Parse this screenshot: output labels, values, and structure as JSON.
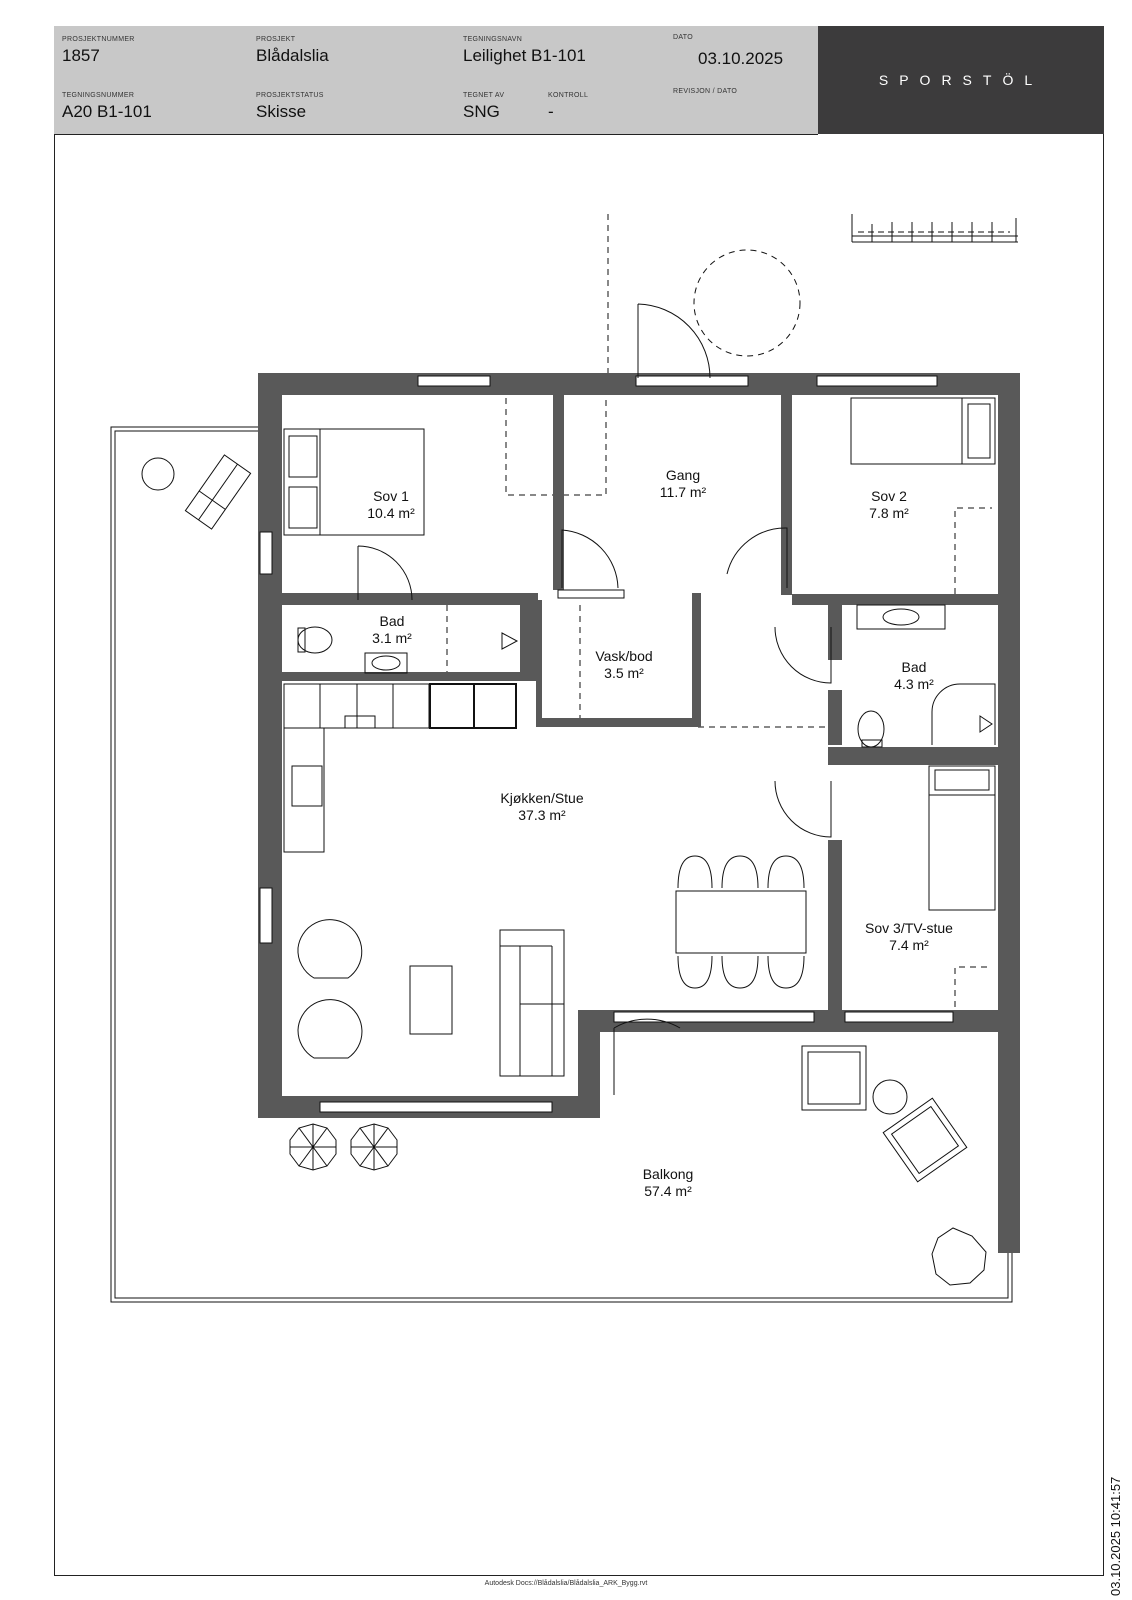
{
  "titleblock": {
    "prosjektnummer_label": "PROSJEKTNUMMER",
    "prosjektnummer": "1857",
    "prosjekt_label": "PROSJEKT",
    "prosjekt": "Blådalslia",
    "tegningsnavn_label": "TEGNINGSNAVN",
    "tegningsnavn": "Leilighet B1-101",
    "dato_label": "DATO",
    "dato": "03.10.2025",
    "tegningsnummer_label": "TEGNINGSNUMMER",
    "tegningsnummer": "A20 B1-101",
    "prosjektstatus_label": "PROSJEKTSTATUS",
    "prosjektstatus": "Skisse",
    "tegnet_av_label": "TEGNET AV",
    "tegnet_av": "SNG",
    "kontroll_label": "KONTROLL",
    "kontroll": "-",
    "revisjon_label": "REVISJON / DATO",
    "brand": "SPORSTÖL"
  },
  "rooms": [
    {
      "name": "Sov 1",
      "area": "10.4 m²"
    },
    {
      "name": "Gang",
      "area": "11.7 m²"
    },
    {
      "name": "Sov 2",
      "area": "7.8 m²"
    },
    {
      "name": "Bad",
      "area": "3.1 m²"
    },
    {
      "name": "Vask/bod",
      "area": "3.5 m²"
    },
    {
      "name": "Bad",
      "area": "4.3 m²"
    },
    {
      "name": "Kjøkken/Stue",
      "area": "37.3 m²"
    },
    {
      "name": "Sov 3/TV-stue",
      "area": "7.4 m²"
    },
    {
      "name": "Balkong",
      "area": "57.4 m²"
    }
  ],
  "stamp": "03.10.2025 10:41:57",
  "footer": "Autodesk Docs://Blådalslia/Blådalslia_ARK_Bygg.rvt",
  "colors": {
    "wall": "#595959",
    "titleblock": "#c8c8c8",
    "brand_bg": "#3c3b3c"
  }
}
